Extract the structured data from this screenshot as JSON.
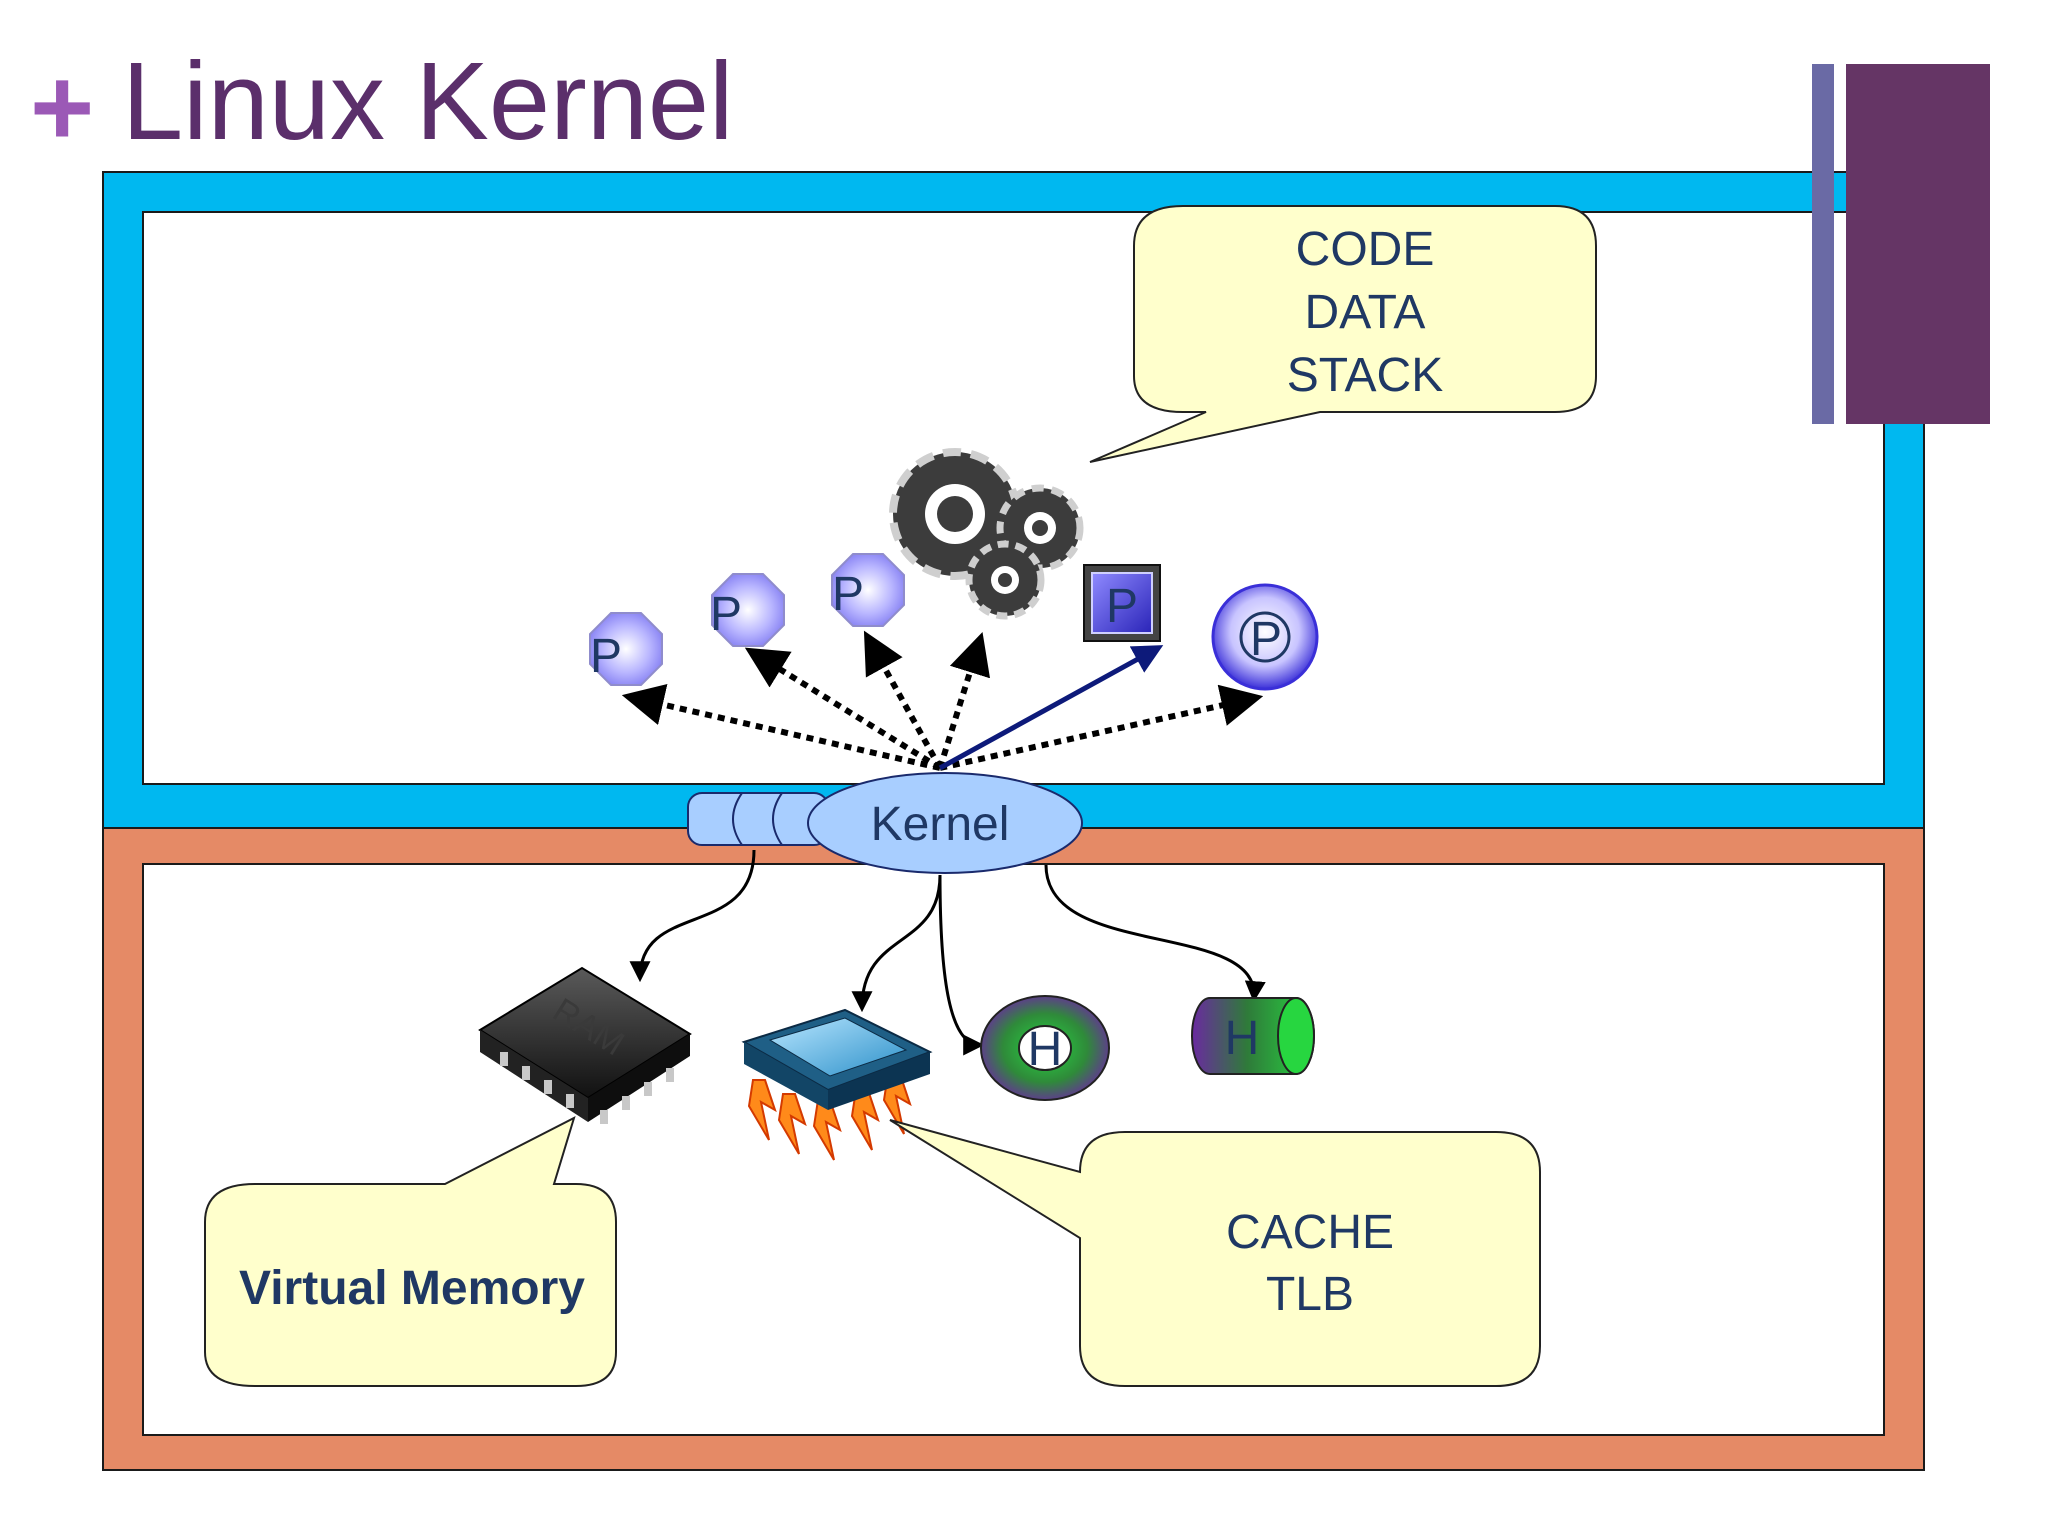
{
  "slide": {
    "bullet": "+",
    "title": "Linux Kernel"
  },
  "colors": {
    "title": "#5b2f6b",
    "bullet": "#9b59b6",
    "user_space_frame": "#00b8f0",
    "kernel_space_frame": "#e58a66",
    "callout_fill": "#ffffcc",
    "stripe_thin": "#6a6aa5",
    "stripe_thick": "#653565",
    "kernel_node": "#a8ceff",
    "label_text": "#1f3864"
  },
  "diagram": {
    "process_label": "P",
    "process_callout": [
      "CODE",
      "DATA",
      "STACK"
    ],
    "kernel_label": "Kernel",
    "ram_chip_label": "RAM",
    "hardware_label": "H",
    "memory_callout": "Virtual Memory",
    "cpu_callout": [
      "CACHE",
      "TLB"
    ]
  }
}
